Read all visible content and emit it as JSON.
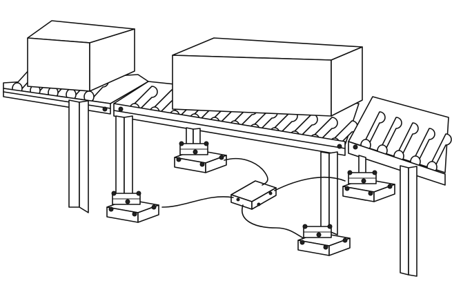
{
  "colors": {
    "ink": "#111111",
    "paper": "#ffffff"
  },
  "components": [
    "roller-conveyor",
    "load-box",
    "load-cell",
    "junction-box",
    "cable"
  ]
}
